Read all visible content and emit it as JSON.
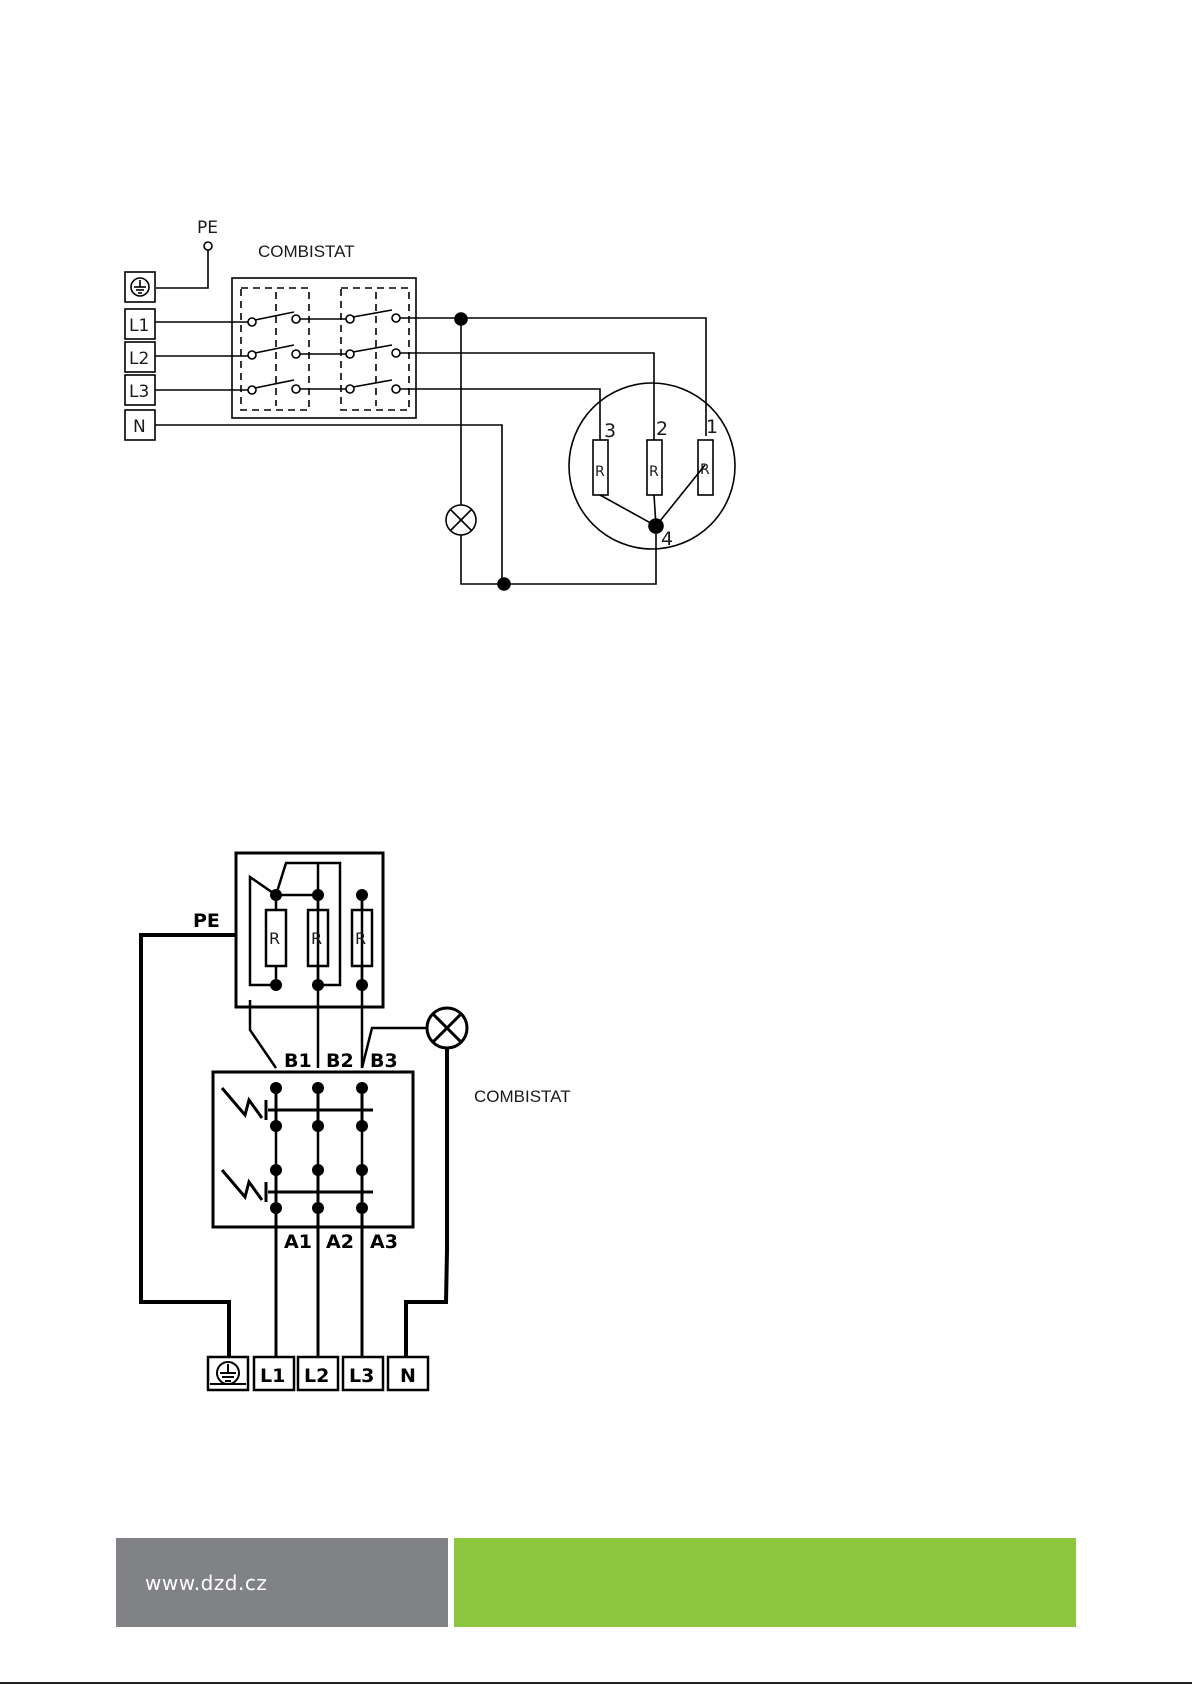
{
  "diagram1": {
    "title": "COMBISTAT",
    "pe_label": "PE",
    "terminals": [
      "L1",
      "L2",
      "L3",
      "N"
    ],
    "resistor_label": "R",
    "node_numbers": [
      "3",
      "2",
      "1",
      "4"
    ]
  },
  "diagram2": {
    "title": "COMBISTAT",
    "pe_label": "PE",
    "resistor_label": "R",
    "b_labels": [
      "B1",
      "B2",
      "B3"
    ],
    "a_labels": [
      "A1",
      "A2",
      "A3"
    ],
    "terminals": [
      "L1",
      "L2",
      "L3",
      "N"
    ]
  },
  "footer": {
    "url": "www.dzd.cz",
    "colors": {
      "gray": "#808285",
      "green": "#8dc63f"
    }
  }
}
